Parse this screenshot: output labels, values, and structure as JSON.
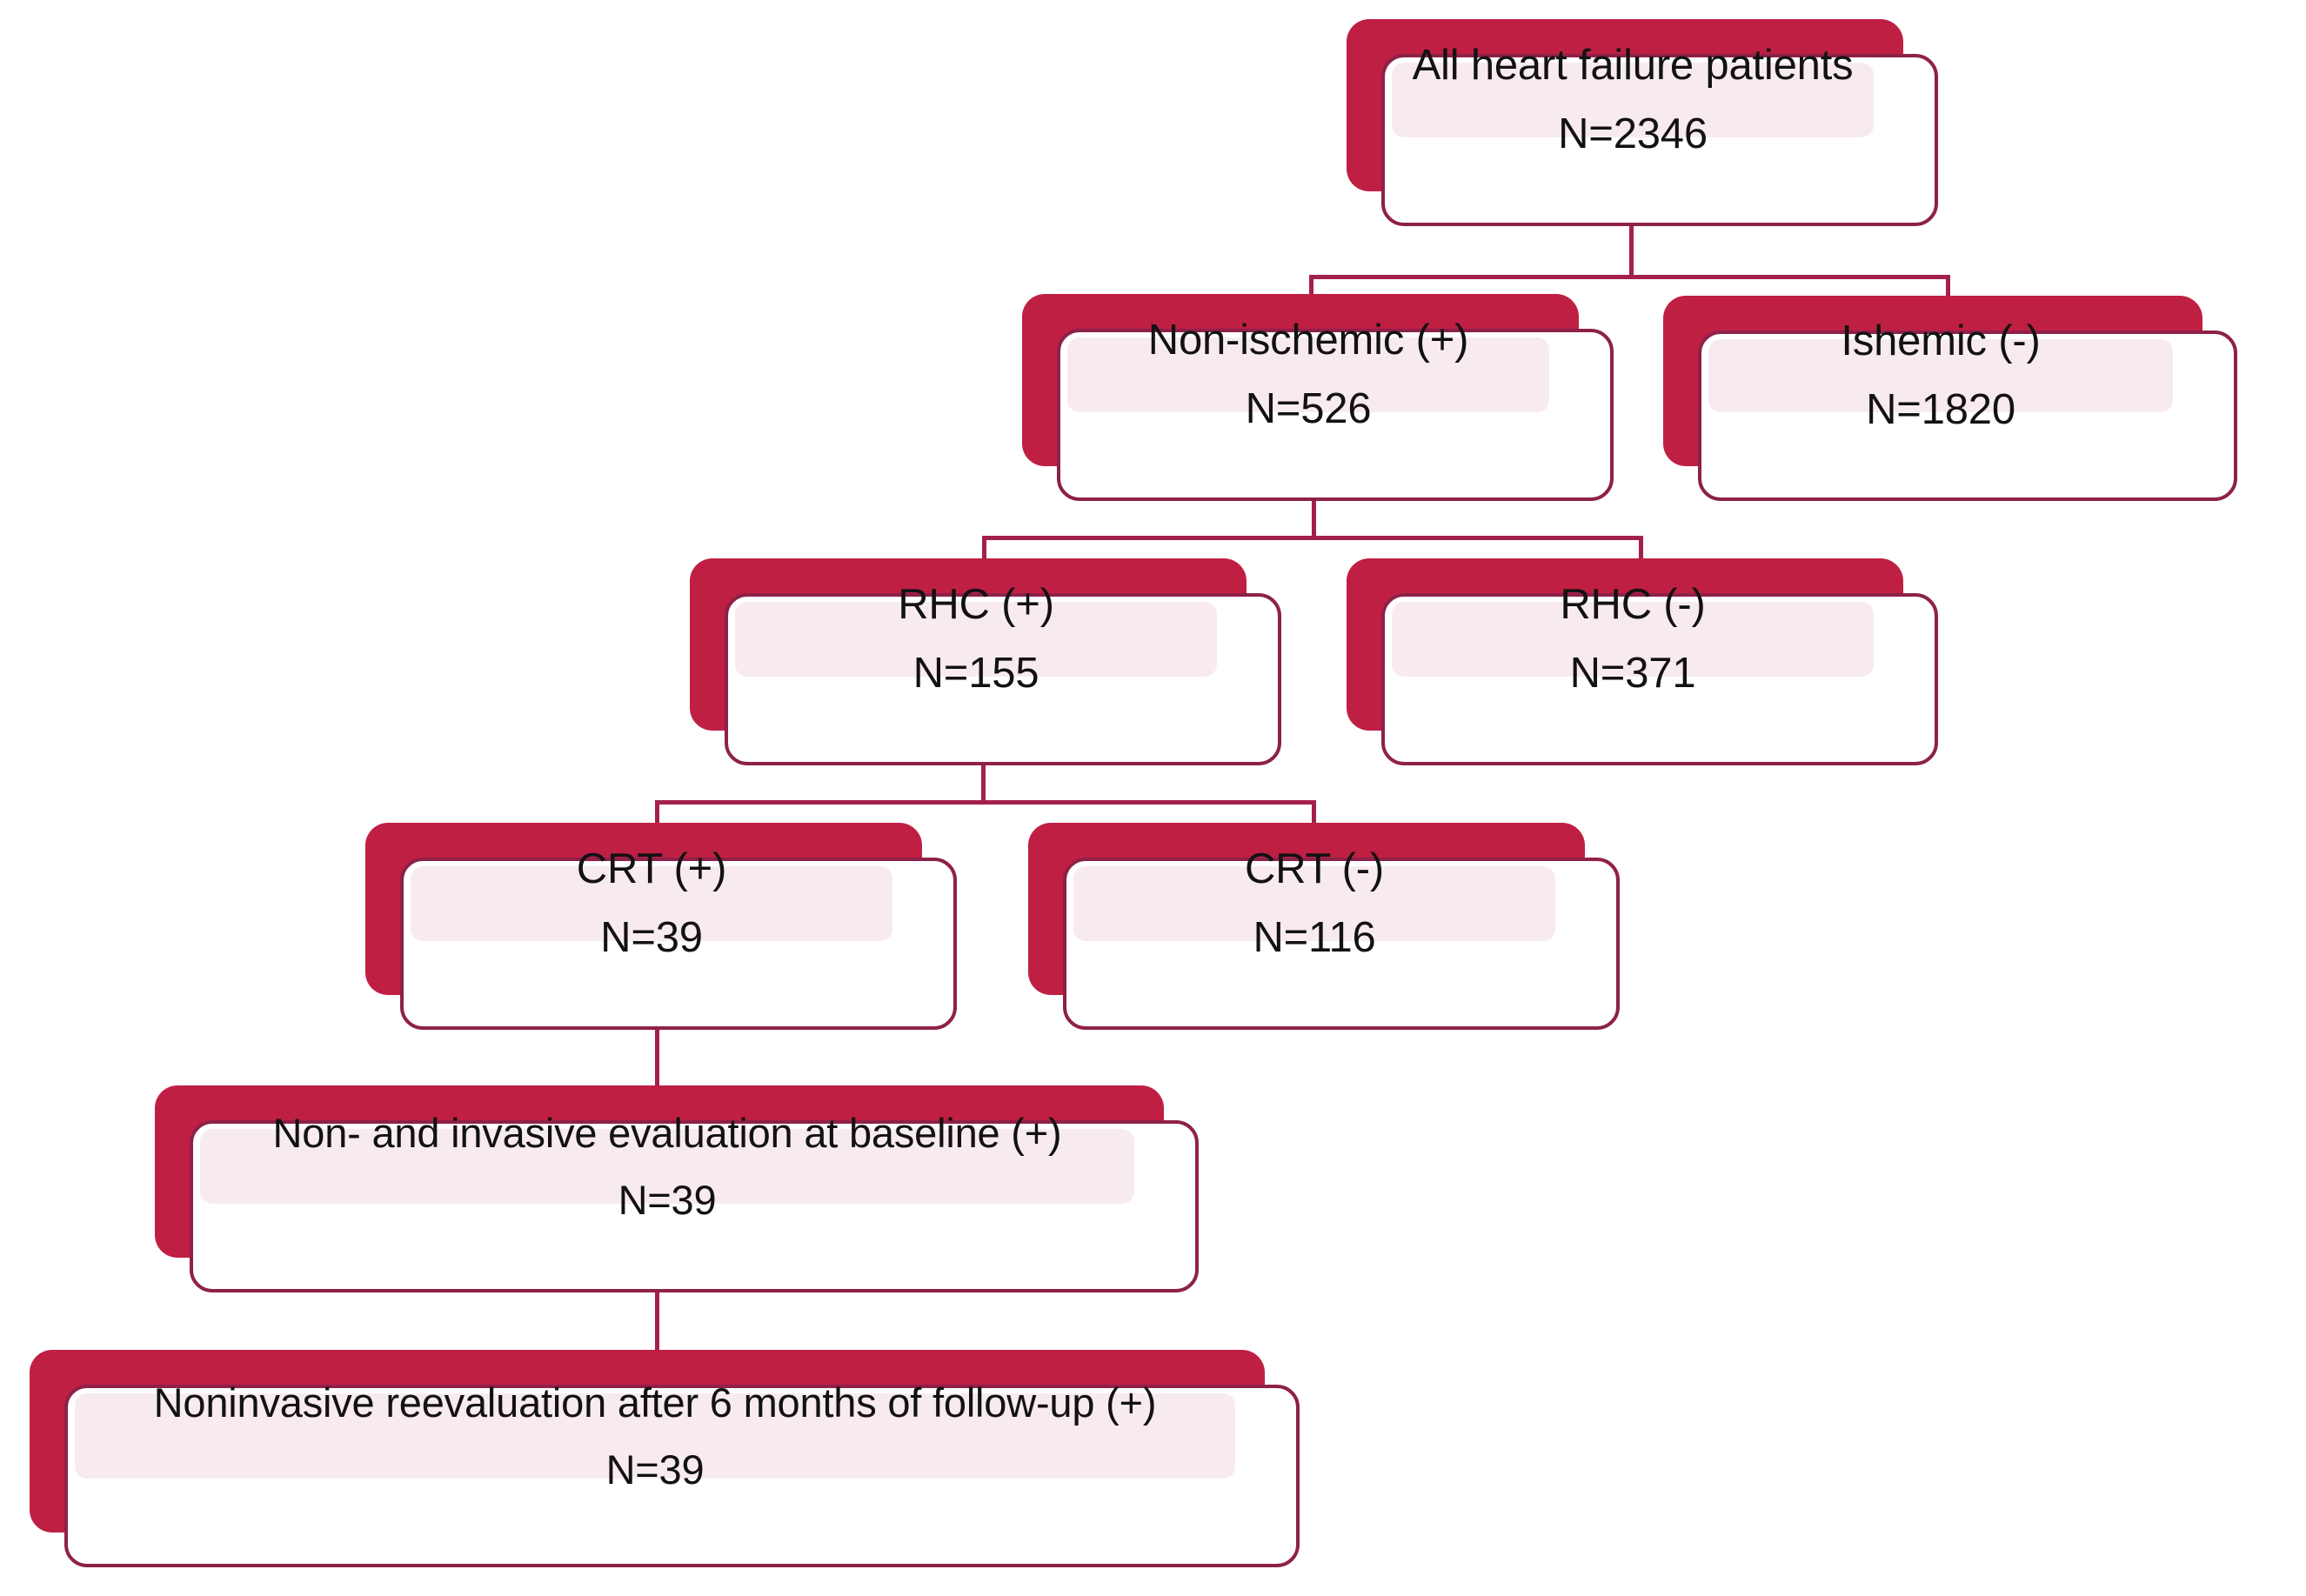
{
  "diagram": {
    "title": "Heart failure patient selection flowchart",
    "type": "flowchart",
    "colors": {
      "shadow_plate": "#C01F44",
      "card_border": "#8E2148",
      "card_fill": "#FFFFFF",
      "inner_fill": "#F8EBEF",
      "connector": "#A3204A",
      "text": "#121212",
      "background": "#FFFFFF"
    },
    "nodes": [
      {
        "id": "all-heart-failure-patients",
        "label": "All heart failure patients",
        "count_label": "N=2346",
        "count": 2346,
        "level": 0
      },
      {
        "id": "non-ischemic-positive",
        "label": "Non-ischemic (+)",
        "count_label": "N=526",
        "count": 526,
        "level": 1
      },
      {
        "id": "ishemic-negative",
        "label": "Ishemic (-)",
        "count_label": "N=1820",
        "count": 1820,
        "level": 1
      },
      {
        "id": "rhc-positive",
        "label": "RHC (+)",
        "count_label": "N=155",
        "count": 155,
        "level": 2
      },
      {
        "id": "rhc-negative",
        "label": "RHC (-)",
        "count_label": "N=371",
        "count": 371,
        "level": 2
      },
      {
        "id": "crt-positive",
        "label": "CRT (+)",
        "count_label": "N=39",
        "count": 39,
        "level": 3
      },
      {
        "id": "crt-negative",
        "label": "CRT (-)",
        "count_label": "N=116",
        "count": 116,
        "level": 3
      },
      {
        "id": "baseline-evaluation",
        "label": "Non- and invasive evaluation at baseline (+)",
        "count_label": "N=39",
        "count": 39,
        "level": 4
      },
      {
        "id": "followup-reevaluation",
        "label": "Noninvasive reevaluation after 6 months of follow-up (+)",
        "count_label": "N=39",
        "count": 39,
        "level": 5
      }
    ],
    "edges": [
      {
        "from": "all-heart-failure-patients",
        "to": "non-ischemic-positive"
      },
      {
        "from": "all-heart-failure-patients",
        "to": "ishemic-negative"
      },
      {
        "from": "non-ischemic-positive",
        "to": "rhc-positive"
      },
      {
        "from": "non-ischemic-positive",
        "to": "rhc-negative"
      },
      {
        "from": "rhc-positive",
        "to": "crt-positive"
      },
      {
        "from": "rhc-positive",
        "to": "crt-negative"
      },
      {
        "from": "crt-positive",
        "to": "baseline-evaluation"
      },
      {
        "from": "baseline-evaluation",
        "to": "followup-reevaluation"
      }
    ]
  }
}
